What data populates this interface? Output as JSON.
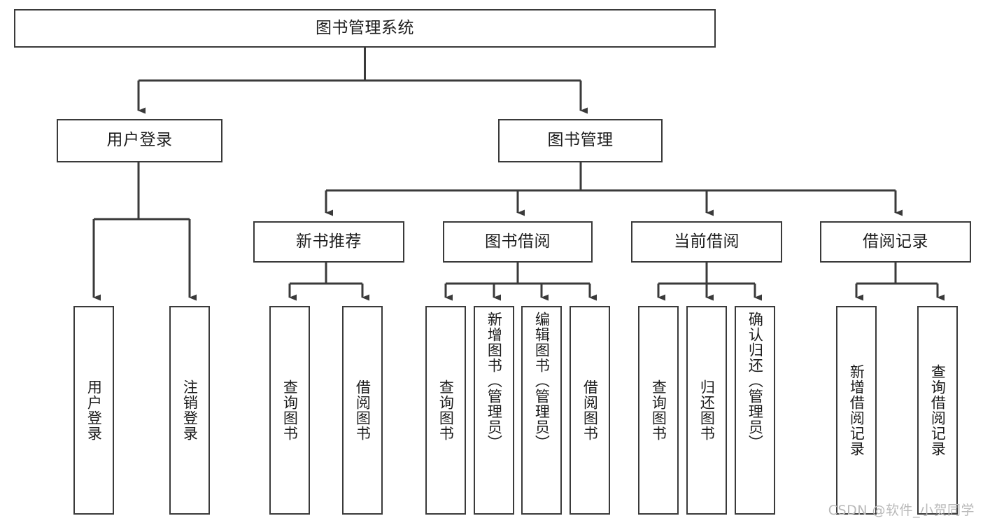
{
  "diagram": {
    "title": "图书管理系统",
    "type": "tree-hierarchy-diagram",
    "watermark": "CSDN @软件_小贺同学",
    "colors": {
      "box_border": "#3a3a3a",
      "box_fill": "#ffffff",
      "connector": "#3a3a3a",
      "text": "#1c1c1c",
      "watermark": "#b9b9b9",
      "background": "#ffffff"
    },
    "nodes": {
      "root": {
        "label": "图书管理系统"
      },
      "level2": [
        {
          "label": "用户登录"
        },
        {
          "label": "图书管理"
        }
      ],
      "level3": [
        {
          "label": "新书推荐"
        },
        {
          "label": "图书借阅"
        },
        {
          "label": "当前借阅"
        },
        {
          "label": "借阅记录"
        }
      ],
      "leaves": {
        "user_login": [
          {
            "label": "用户登录"
          },
          {
            "label": "注销登录"
          }
        ],
        "new_book_recommend": [
          {
            "label": "查询图书"
          },
          {
            "label": "借阅图书"
          }
        ],
        "book_borrow": [
          {
            "label": "查询图书"
          },
          {
            "label": "新增图书（管理员）"
          },
          {
            "label": "编辑图书（管理员）"
          },
          {
            "label": "借阅图书"
          }
        ],
        "current_borrow": [
          {
            "label": "查询图书"
          },
          {
            "label": "归还图书"
          },
          {
            "label": "确认归还（管理员）"
          }
        ],
        "borrow_record": [
          {
            "label": "新增借阅记录"
          },
          {
            "label": "查询借阅记录"
          }
        ]
      }
    }
  }
}
